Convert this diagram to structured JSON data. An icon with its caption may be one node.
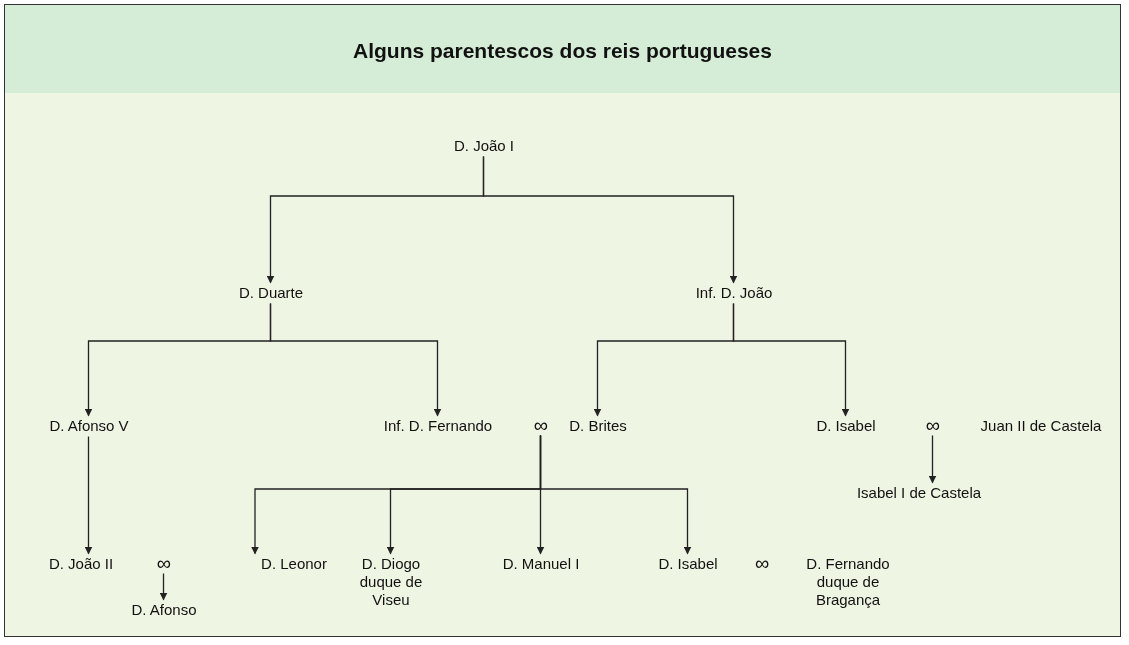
{
  "diagram": {
    "title": "Alguns parentescos dos reis portugueses",
    "nodes": [
      {
        "text": [
          "D. João I"
        ]
      },
      {
        "text": [
          "D. Duarte"
        ]
      },
      {
        "text": [
          "Inf. D. João"
        ]
      },
      {
        "text": [
          "D. Afonso V"
        ]
      },
      {
        "text": [
          "Inf. D. Fernando"
        ]
      },
      {
        "text": [
          "∞"
        ]
      },
      {
        "text": [
          "D. Brites"
        ]
      },
      {
        "text": [
          "D. Isabel"
        ]
      },
      {
        "text": [
          "∞"
        ]
      },
      {
        "text": [
          "Juan II de Castela"
        ]
      },
      {
        "text": [
          "Isabel I de Castela"
        ]
      },
      {
        "text": [
          "D. João II"
        ]
      },
      {
        "text": [
          "∞"
        ]
      },
      {
        "text": [
          "D. Leonor"
        ]
      },
      {
        "text": [
          "D. Diogo duque de Viseu"
        ]
      },
      {
        "text": [
          "D. Manuel I"
        ]
      },
      {
        "text": [
          "D. Isabel"
        ]
      },
      {
        "text": [
          "D. Fernando duque de Bragança"
        ]
      },
      {
        "text": [
          "D. Afonso"
        ]
      }
    ],
    "edges": [
      {
        "from": 0,
        "to": 1,
        "arrow": "to"
      },
      {
        "from": 0,
        "to": 2,
        "arrow": "to"
      },
      {
        "from": 1,
        "to": 3,
        "arrow": "to"
      },
      {
        "from": 1,
        "to": 4,
        "arrow": "to"
      },
      {
        "from": 2,
        "to": 6,
        "arrow": "to"
      },
      {
        "from": 2,
        "to": 7,
        "arrow": "to"
      },
      {
        "from": 3,
        "to": 11,
        "arrow": "to"
      },
      {
        "from": 5,
        "to": 13,
        "arrow": "to"
      },
      {
        "from": 5,
        "to": 14,
        "arrow": "to"
      },
      {
        "from": 5,
        "to": 15,
        "arrow": "to"
      },
      {
        "from": 5,
        "to": 16,
        "arrow": "to"
      },
      {
        "from": 8,
        "to": 10,
        "arrow": "to"
      },
      {
        "from": 12,
        "to": 18,
        "arrow": "to"
      }
    ],
    "labels": [
      "∞"
    ]
  }
}
